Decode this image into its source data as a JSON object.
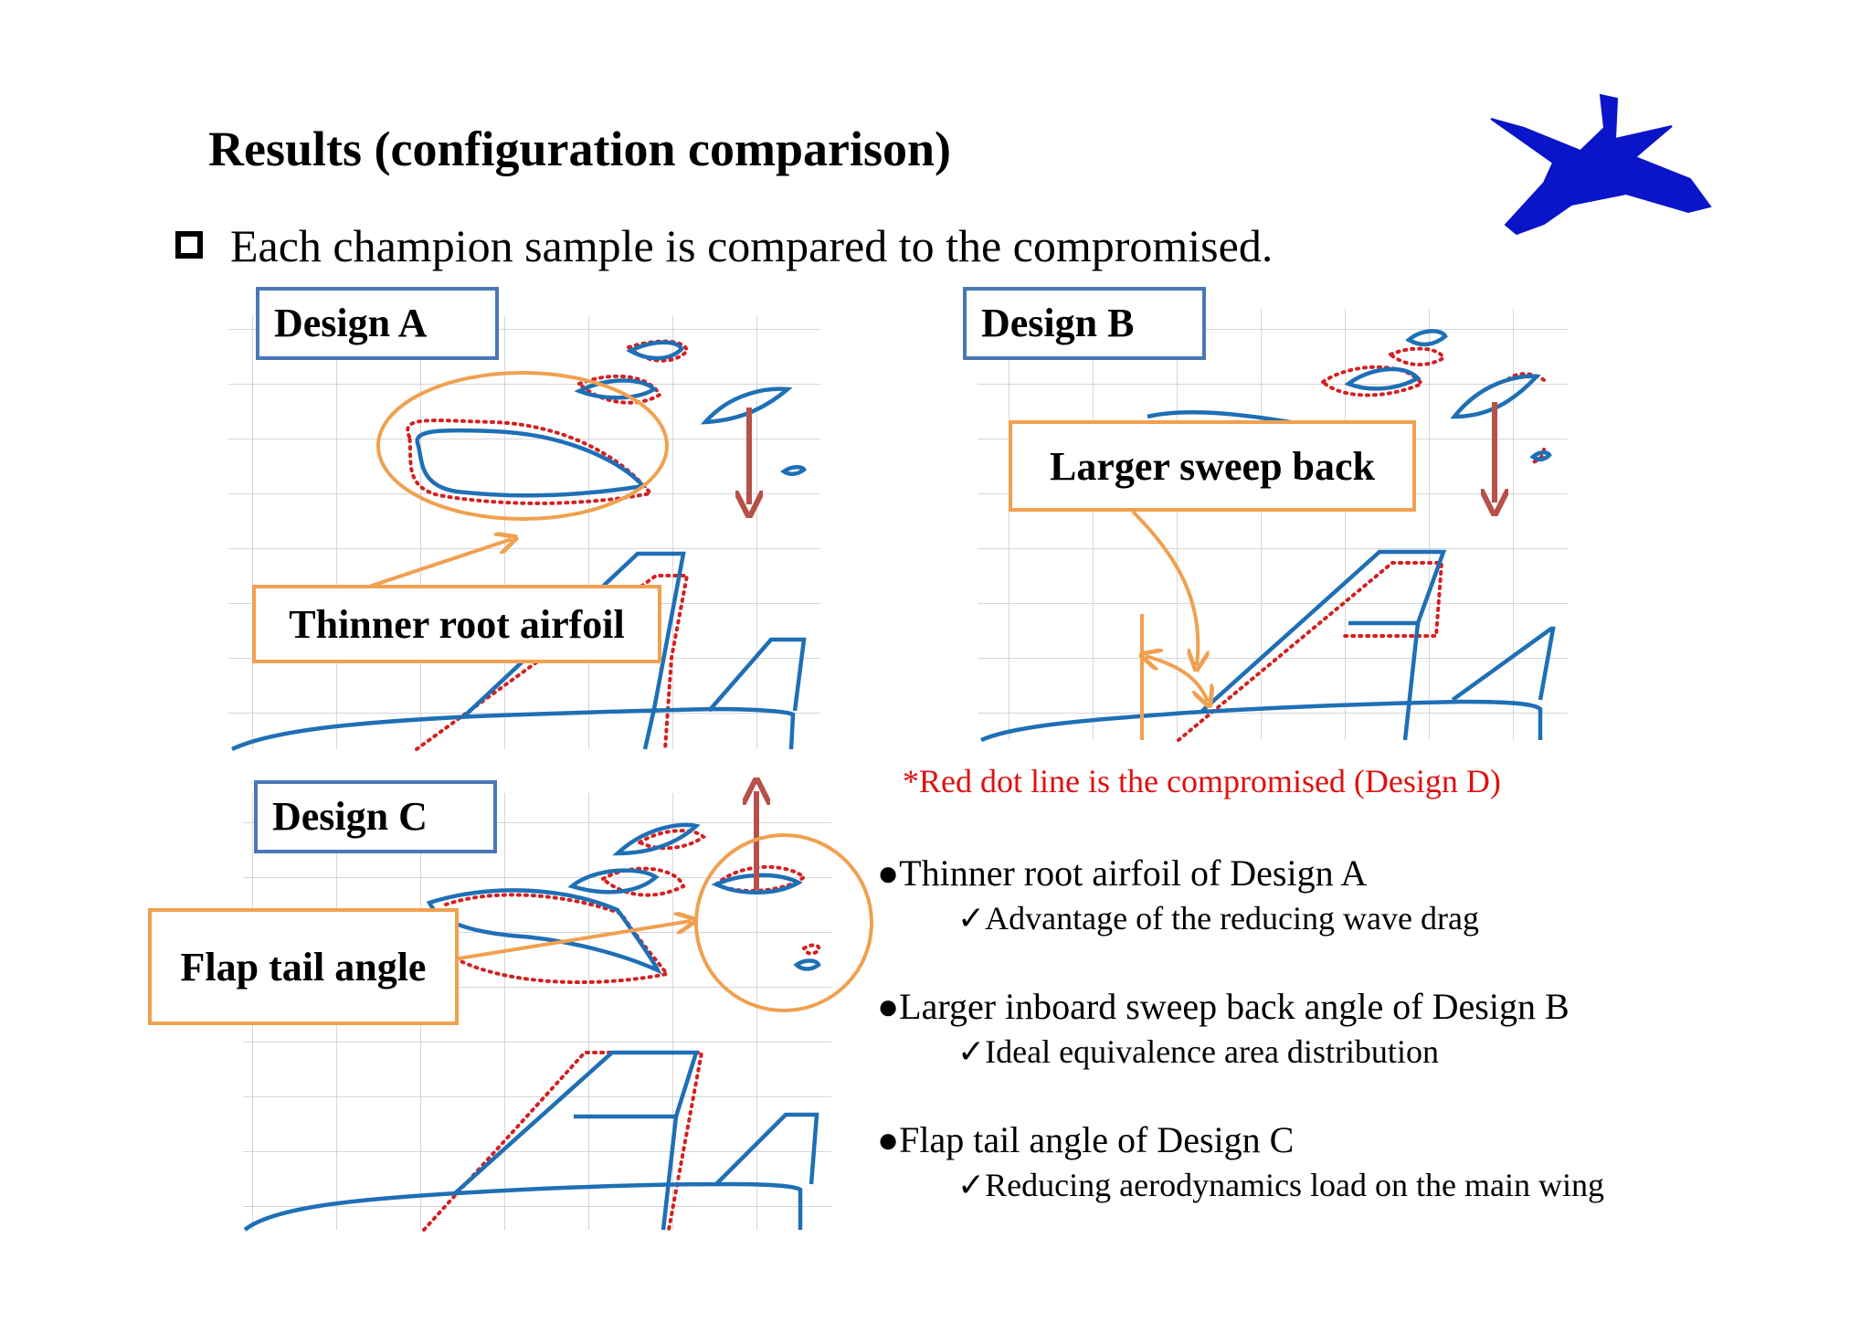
{
  "title": "Results (configuration comparison)",
  "subtitle": "Each champion sample is compared to the compromised.",
  "designs": {
    "a": "Design A",
    "b": "Design B",
    "c": "Design C"
  },
  "callouts": {
    "a": "Thinner root airfoil",
    "b": "Larger sweep back",
    "c": "Flap tail angle"
  },
  "note": "*Red dot line is the compromised (Design D)",
  "points": [
    {
      "main": "●Thinner root airfoil of Design A",
      "sub": "✓Advantage of the reducing wave drag"
    },
    {
      "main": "●Larger inboard sweep back angle of Design B",
      "sub": "✓Ideal equivalence area distribution"
    },
    {
      "main": "●Flap tail angle of Design C",
      "sub": "✓Reducing aerodynamics load on the main wing"
    }
  ],
  "colors": {
    "blue_outline": "#1f6fb5",
    "red_dotted": "#d42020",
    "orange": "#f0a050",
    "arrow_red": "#b8504a",
    "label_border": "#4a78b5",
    "aircraft": "#0a14c8"
  }
}
